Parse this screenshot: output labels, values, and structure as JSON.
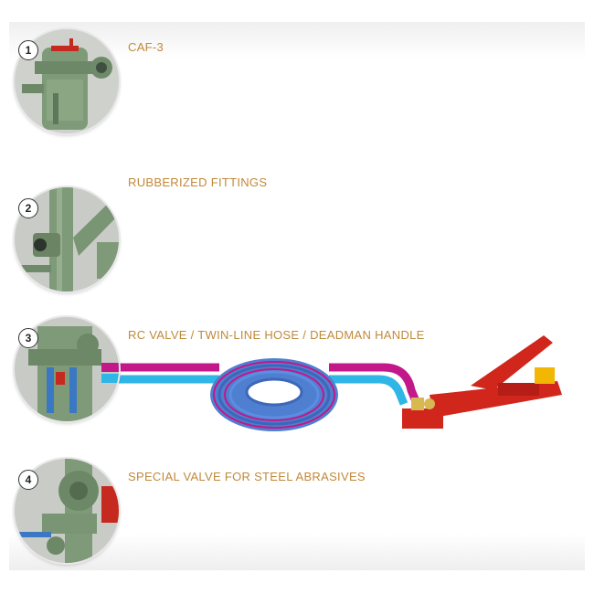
{
  "features": [
    {
      "number": "1",
      "title": "CAF-3",
      "icon": "blast-pot-filter-photo"
    },
    {
      "number": "2",
      "title": "RUBBERIZED FITTINGS",
      "icon": "rubber-fittings-photo"
    },
    {
      "number": "3",
      "title": "RC VALVE / TWIN-LINE HOSE / DEADMAN HANDLE",
      "icon": "rc-valve-photo"
    },
    {
      "number": "4",
      "title": "SPECIAL VALVE FOR STEEL ABRASIVES",
      "icon": "steel-abrasive-valve-photo"
    }
  ],
  "colors": {
    "label": "#c0893a",
    "machine_green": "#7f9a78",
    "hose_magenta": "#c2188a",
    "hose_cyan": "#2fb6e6",
    "handle_red": "#d0261c"
  }
}
